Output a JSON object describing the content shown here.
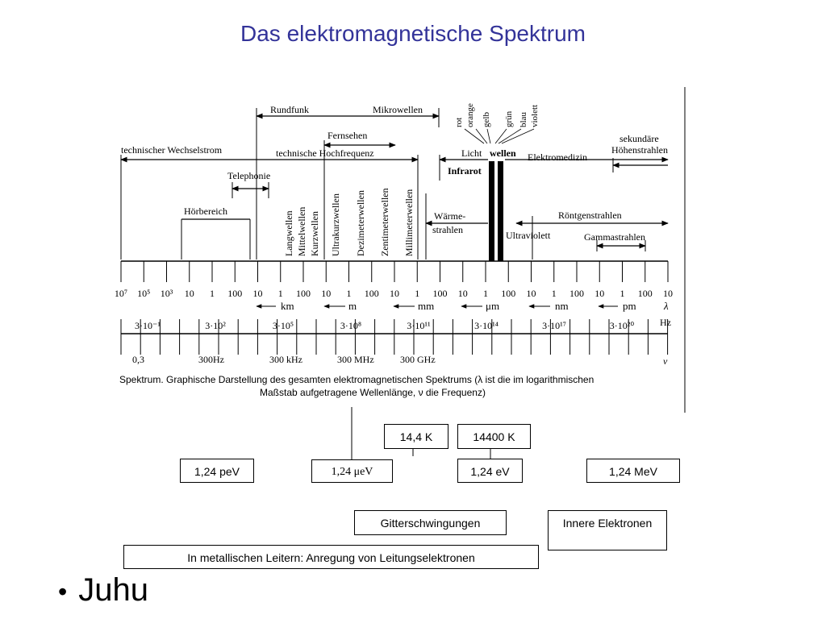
{
  "slide": {
    "title": "Das elektromagnetische Spektrum",
    "bullet": "Juhu"
  },
  "figure": {
    "labels": {
      "rundfunk": "Rundfunk",
      "mikrowellen": "Mikrowellen",
      "fernsehen": "Fernsehen",
      "wechselstrom": "technischer Wechselstrom",
      "hochfrequenz": "technische Hochfrequenz",
      "telephonie": "Telephonie",
      "hoerbereich": "Hörbereich",
      "lang": "Langwellen",
      "mittel": "Mittelwellen",
      "kurz": "Kurzwellen",
      "ukw": "Ultrakurzwellen",
      "dezi": "Dezimeterwellen",
      "zenti": "Zentimeterwellen",
      "milli": "Millimeterwellen",
      "licht": "Licht",
      "wellen": "wellen",
      "infrarot": "Infrarot",
      "waerme1": "Wärme-",
      "waerme2": "strahlen",
      "uv": "Ultraviolett",
      "elektromedizin": "Elektromedizin",
      "sek1": "sekundäre",
      "sek2": "Höhenstrahlen",
      "roentgen": "Röntgenstrahlen",
      "gamma": "Gammastrahlen",
      "colors": [
        "rot",
        "orange",
        "gelb",
        "grün",
        "blau",
        "violett"
      ]
    },
    "wavelength_ticks": [
      "10⁷",
      "10⁵",
      "10³",
      "10",
      "1",
      "100",
      "10",
      "1",
      "100",
      "10",
      "1",
      "100",
      "10",
      "1",
      "100",
      "10",
      "1",
      "100",
      "10",
      "1",
      "100",
      "10",
      "1",
      "100",
      "10"
    ],
    "lambda_units": [
      "km",
      "m",
      "mm",
      "μm",
      "nm",
      "pm"
    ],
    "lambda_symbol": "λ",
    "freq_ticks": [
      "3·10⁻¹",
      "3·10²",
      "3·10⁵",
      "3·10⁸",
      "3·10¹¹",
      "3·10¹⁴",
      "3·10¹⁷",
      "3·10²⁰"
    ],
    "freq_unit": "Hz",
    "freq_names": [
      "0,3",
      "300Hz",
      "300 kHz",
      "300 MHz",
      "300 GHz"
    ],
    "nu_symbol": "ν",
    "caption1": "Spektrum. Graphische Darstellung des gesamten elektromagnetischen Spektrums (λ ist die im logarithmischen",
    "caption2": "Maßstab aufgetragene Wellenlänge, ν die Frequenz)"
  },
  "boxes": {
    "k14": "14,4 K",
    "k14400": "14400 K",
    "pev": "1,24 peV",
    "uev": "1,24 μeV",
    "ev": "1,24 eV",
    "mev": "1,24 MeV",
    "gitter": "Gitterschwingungen",
    "innere": "Innere Elektronen",
    "leiter": "In metallischen Leitern: Anregung von Leitungselektronen"
  }
}
